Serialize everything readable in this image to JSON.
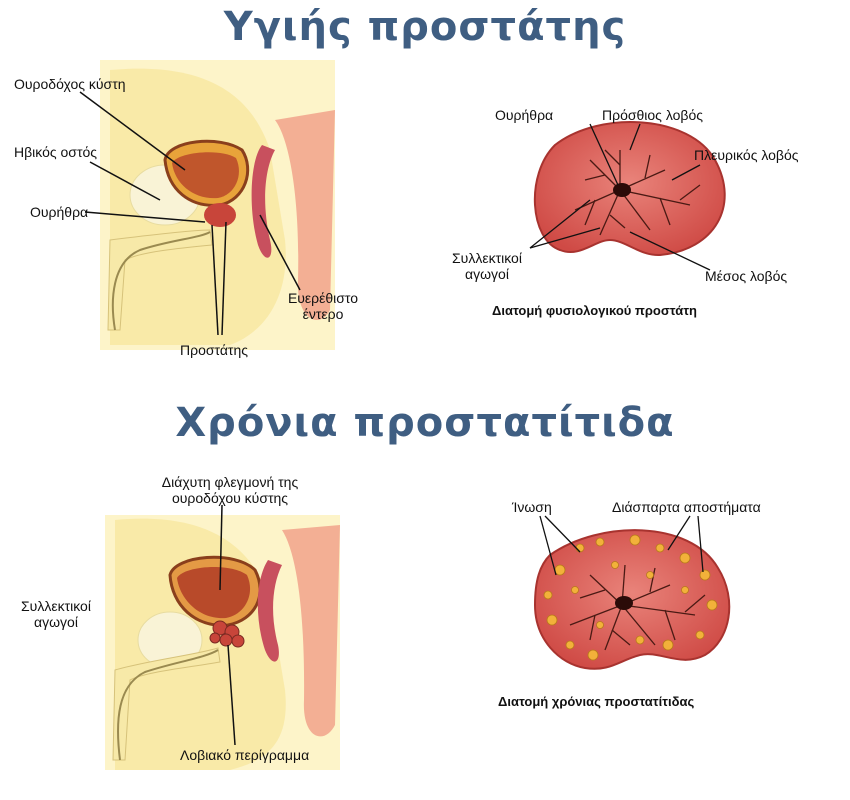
{
  "top": {
    "title": "Υγιής προστάτης",
    "side_labels": {
      "bladder": "Ουροδόχος κύστη",
      "pubic_bone": "Ηβικός οστός",
      "urethra": "Ουρήθρα",
      "rectum": "Ευερέθιστο έντερο",
      "prostate": "Προστάτης"
    },
    "section_labels": {
      "urethra": "Ουρήθρα",
      "anterior_lobe": "Πρόσθιος λοβός",
      "lateral_lobe": "Πλευρικός λοβός",
      "ducts": "Συλλεκτικοί αγωγοί",
      "middle_lobe": "Μέσος λοβός"
    },
    "caption": "Διατομή φυσιολογικού προστάτη"
  },
  "bottom": {
    "title": "Χρόνια προστατίτιδα",
    "side_labels": {
      "inflammation": "Διάχυτη φλεγμονή της ουροδόχου κύστης",
      "ducts": "Συλλεκτικοί αγωγοί",
      "lobular": "Λοβιακό περίγραμμα"
    },
    "section_labels": {
      "fibrosis": "Ίνωση",
      "abscesses": "Διάσπαρτα αποστήματα"
    },
    "caption": "Διατομή χρόνιας προστατίτιδας"
  },
  "colors": {
    "title": "#3f5e82",
    "skin": "#f7ecb0",
    "tissue": "#d9574f",
    "tissue_light": "#e98a80",
    "rectum": "#c8505e",
    "duct": "#4a1a14",
    "abscess": "#f2b13a"
  }
}
